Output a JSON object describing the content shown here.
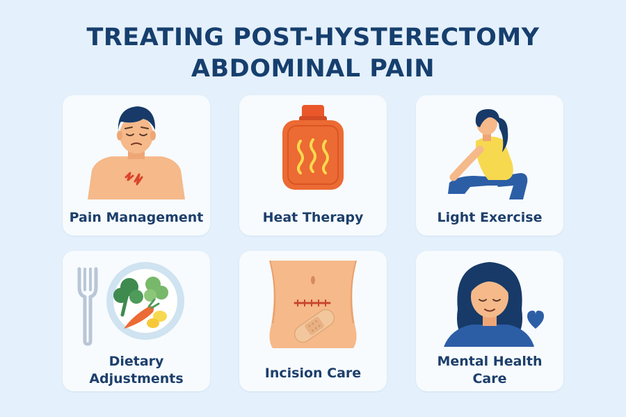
{
  "title": {
    "line1": "TREATING POST-HYSTERECTOMY",
    "line2": "ABDOMINAL PAIN"
  },
  "cards": [
    {
      "icon": "patient-pain-icon",
      "label_lines": [
        "Pain Management"
      ]
    },
    {
      "icon": "hot-water-bottle-icon",
      "label_lines": [
        "Heat Therapy"
      ]
    },
    {
      "icon": "stretching-woman-icon",
      "label_lines": [
        "Light Exercise"
      ]
    },
    {
      "icon": "plate-fork-vegetables-icon",
      "label_lines": [
        "Dietary",
        "Adjustments"
      ]
    },
    {
      "icon": "abdomen-bandage-icon",
      "label_lines": [
        "Incision Care"
      ]
    },
    {
      "icon": "calm-woman-heart-icon",
      "label_lines": [
        "Mental Health",
        "Care"
      ]
    }
  ],
  "colors": {
    "background": "#e4f0fb",
    "card": "#f7fbfe",
    "title": "#163f6e",
    "label": "#1d3f6b",
    "accent_orange": "#ec6a33",
    "accent_yellow": "#f7d94f",
    "accent_blue": "#2c5ea6",
    "skin": "#f5b98a"
  }
}
